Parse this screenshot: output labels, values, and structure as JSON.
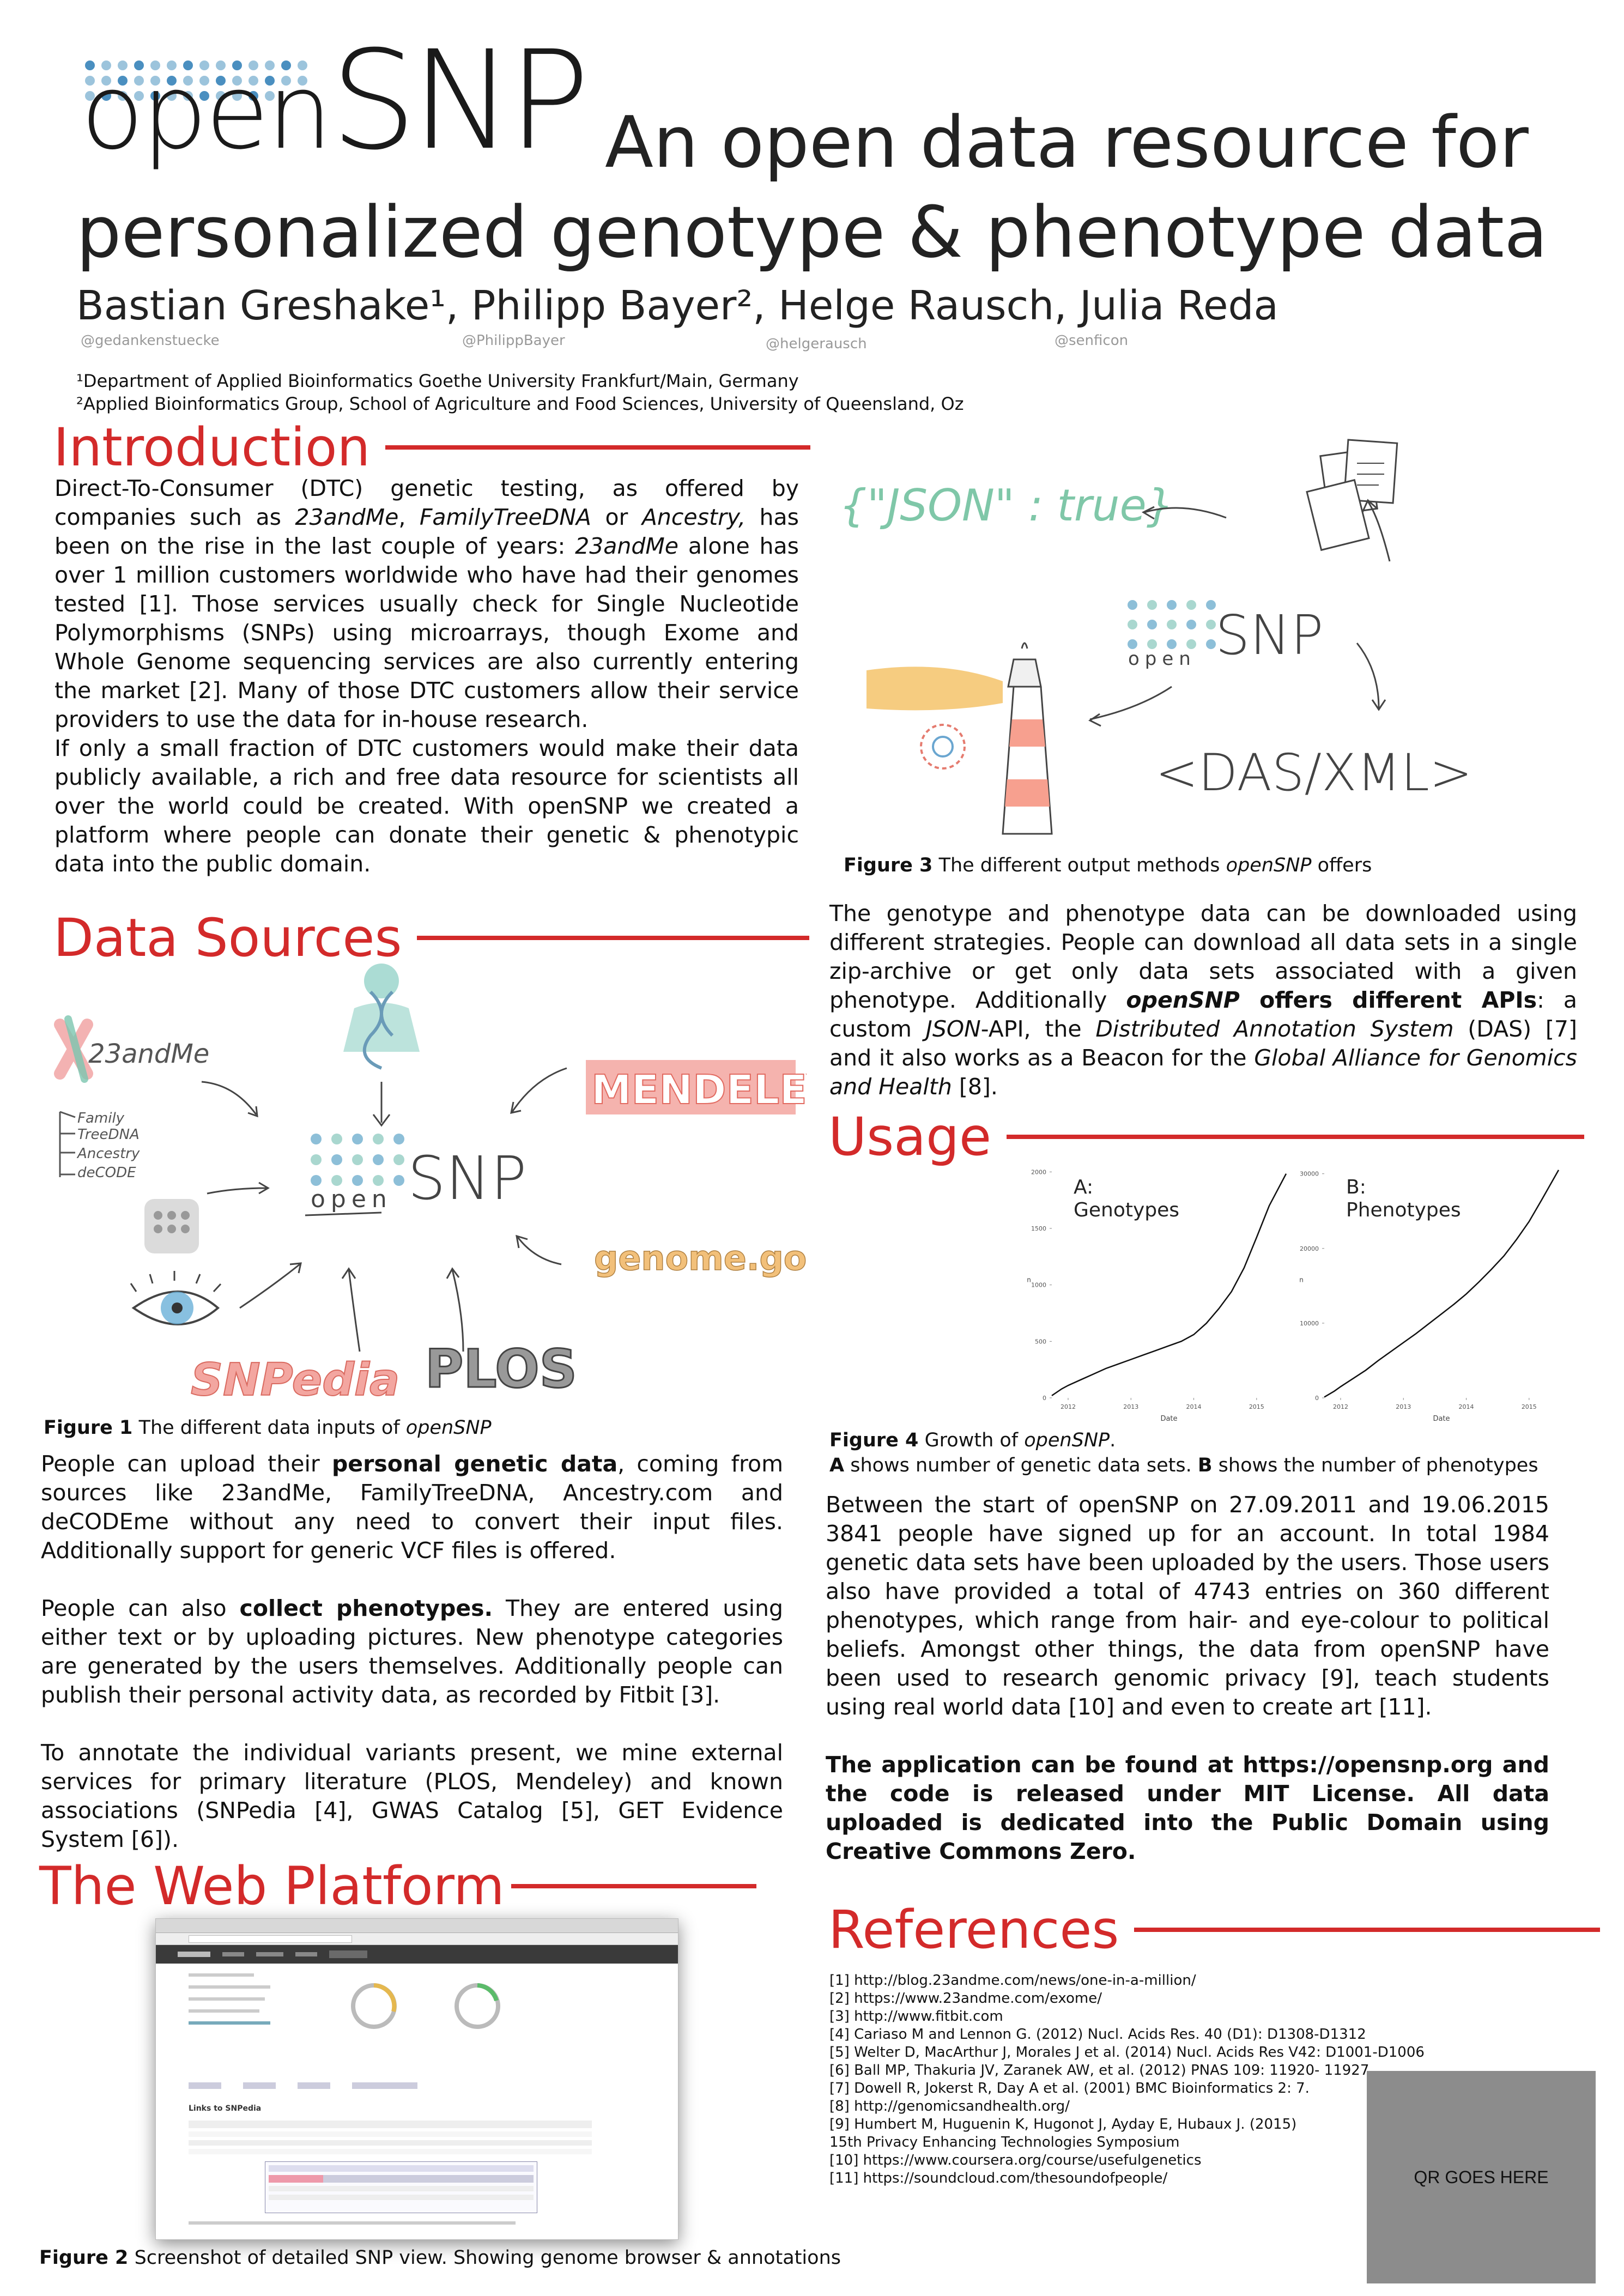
{
  "header": {
    "logo_open": "open",
    "logo_snp": "SNP",
    "title_line1": "An open data resource for",
    "title_line2": "personalized genotype & phenotype data",
    "authors": "Bastian Greshake¹, Philipp Bayer², Helge Rausch, Julia Reda",
    "handles": [
      "@gedankenstuecke",
      "@PhilippBayer",
      "@helgerausch",
      "@senficon"
    ],
    "affiliation1": "¹Department of Applied Bioinformatics Goethe University Frankfurt/Main, Germany",
    "affiliation2": "²Applied Bioinformatics Group, School of Agriculture and Food Sciences, University of Queensland, Oz"
  },
  "sections": {
    "introduction": "Introduction",
    "data_sources": "Data Sources",
    "web_platform": "The Web Platform",
    "usage": "Usage",
    "references": "References"
  },
  "figure1": {
    "label": "Figure 1",
    "text": "The different data inputs of ",
    "em": "openSNP",
    "labels": {
      "t23andme": "23andMe",
      "family": "Family",
      "treedna": "TreeDNA",
      "ancestry": "Ancestry",
      "decode": "deCODE",
      "mendeley": "MENDELEY",
      "genomegov": "genome.gov",
      "snpedia": "SNPedia",
      "plos": "PLOS",
      "open": "open",
      "snp": "SNP"
    }
  },
  "figure2": {
    "label": "Figure 2",
    "text": "Screenshot of detailed SNP view. Showing genome browser & annotations",
    "browser_title": "Links to SNPedia"
  },
  "figure3": {
    "label": "Figure 3",
    "text": "The different output methods ",
    "em": "openSNP",
    "text2": " offers",
    "labels": {
      "json": "{\"JSON\" : true}",
      "das": "<DAS/XML>",
      "open": "open",
      "snp": "SNP"
    }
  },
  "figure4": {
    "label": "Figure 4",
    "text": "Growth of ",
    "em": "openSNP",
    "text2": ".",
    "line2_a": "A",
    "line2_t1": " shows number of genetic data sets. ",
    "line2_b": "B",
    "line2_t2": " shows the number of phenotypes"
  },
  "intro": {
    "p1_a": "Direct-To-Consumer (DTC) genetic testing, as offered by companies such as ",
    "p1_e1": "23andMe",
    "p1_b": ", ",
    "p1_e2": "FamilyTreeDNA",
    "p1_c": " or ",
    "p1_e3": "Ancestry,",
    "p1_d": " has been on the rise in the last couple of years: ",
    "p1_e4": "23andMe",
    "p1_f": " alone has over 1 million customers worldwide who have had their genomes tested [1]. Those services usually check for Single Nucleotide Polymorphisms (SNPs) using microarrays, though Exome and Whole Genome sequencing services are also currently entering the market [2]. Many of those DTC customers allow their service providers to use the data for in-house research.",
    "p2": "If only a small fraction of DTC customers would make their data publicly available, a rich and free data resource for scientists all over the world could be created. With openSNP we created a platform where people can donate their genetic & phenotypic data into the public domain."
  },
  "datasources": {
    "p1_a": "People can upload their ",
    "p1_b": "personal genetic data",
    "p1_c": ", coming from sources like 23andMe, FamilyTreeDNA, Ancestry.com and deCODEme without any need to convert their input files. Additionally support for generic VCF files is offered.",
    "p2_a": "People can also ",
    "p2_b": "collect phenotypes.",
    "p2_c": " They are entered using either text or by uploading pictures. New phenotype categories are generated by the users themselves. Additionally people can publish their personal activity data, as recorded by Fitbit [3].",
    "p3": "To annotate the individual variants present, we mine external services for primary literature (PLOS, Mendeley) and known associations (SNPedia [4], GWAS Catalog [5], GET Evidence System [6])."
  },
  "output": {
    "t1": "The genotype and phenotype data can be downloaded using different strategies. People can download all data sets in a single zip-archive or get only data sets associated with a given phenotype. Additionally ",
    "b1": "openSNP",
    "b2": " offers different APIs",
    "t2": ": a custom ",
    "e1": "JSON",
    "t3": "-API, the ",
    "e2": "Distributed Annotation System",
    "t4": " (DAS) [7] and it also works as a Beacon for the ",
    "e3": "Global Alliance for Genomics and Health",
    "t5": " [8]."
  },
  "usage": {
    "p1": "Between the start of openSNP on 27.09.2011 and 19.06.2015 3841 people have signed up for an account. In total 1984 genetic data sets have been uploaded by the users. Those users also have provided a total of 4743 entries on 360 different phenotypes, which range from hair- and eye-colour to political beliefs. Amongst other things, the data from openSNP have been used to research genomic privacy [9], teach students using real world data [10] and even to create art [11].",
    "p2": "The application can be found at https://opensnp.org and the code is released under MIT License. All data uploaded is dedicated into the Public Domain using Creative Commons Zero."
  },
  "references": [
    "[1] http://blog.23andme.com/news/one-in-a-million/",
    "[2] https://www.23andme.com/exome/",
    "[3] http://www.fitbit.com",
    "[4] Cariaso M and Lennon G. (2012) Nucl. Acids Res. 40 (D1): D1308-D1312",
    "[5] Welter D, MacArthur J, Morales J et al. (2014) Nucl. Acids Res V42: D1001-D1006",
    "[6] Ball MP, Thakuria JV, Zaranek AW, et al. (2012) PNAS 109: 11920- 11927.",
    "[7] Dowell R, Jokerst R, Day A et al. (2001) BMC Bioinformatics 2: 7.",
    "[8] http://genomicsandhealth.org/",
    "[9] Humbert M, Huguenin K, Hugonot J, Ayday E, Hubaux J. (2015)",
    "15th Privacy Enhancing Technologies Symposium",
    "[10] https://www.coursera.org/course/usefulgenetics",
    "[11] https://soundcloud.com/thesoundofpeople/"
  ],
  "qr": "QR GOES HERE",
  "colors": {
    "accent": "#d32a2a",
    "dot_blue": "#4a8fc0",
    "dot_light": "#9cc4dc"
  },
  "chart_data": [
    {
      "type": "line",
      "title": "A:\nGenotypes",
      "title_line1": "A:",
      "title_line2": "Genotypes",
      "xlabel": "Date",
      "ylabel": "n",
      "xticks": [
        "2012",
        "2013",
        "2014",
        "2015"
      ],
      "yticks": [
        "0",
        "500",
        "1000",
        "1500",
        "2000"
      ],
      "ylim": [
        0,
        2050
      ],
      "xlim": [
        2011.74,
        2015.47
      ],
      "x": [
        2011.74,
        2011.9,
        2012.0,
        2012.2,
        2012.4,
        2012.6,
        2012.8,
        2013.0,
        2013.2,
        2013.4,
        2013.6,
        2013.8,
        2014.0,
        2014.2,
        2014.4,
        2014.6,
        2014.8,
        2015.0,
        2015.2,
        2015.47
      ],
      "y": [
        20,
        80,
        110,
        160,
        210,
        260,
        300,
        340,
        380,
        420,
        460,
        500,
        560,
        660,
        790,
        940,
        1150,
        1420,
        1700,
        1984
      ]
    },
    {
      "type": "line",
      "title_line1": "B:",
      "title_line2": "Phenotypes",
      "xlabel": "Date",
      "ylabel": "n",
      "xticks": [
        "2012",
        "2013",
        "2014",
        "2015"
      ],
      "yticks": [
        "0",
        "10000",
        "20000",
        "30000"
      ],
      "ylim": [
        0,
        31000
      ],
      "xlim": [
        2011.74,
        2015.47
      ],
      "x": [
        2011.74,
        2011.9,
        2012.0,
        2012.2,
        2012.4,
        2012.6,
        2012.8,
        2013.0,
        2013.2,
        2013.4,
        2013.6,
        2013.8,
        2014.0,
        2014.2,
        2014.4,
        2014.6,
        2014.8,
        2015.0,
        2015.2,
        2015.47
      ],
      "y": [
        100,
        900,
        1500,
        2600,
        3700,
        5000,
        6200,
        7400,
        8600,
        9900,
        11200,
        12500,
        13900,
        15500,
        17200,
        19000,
        21200,
        23600,
        26500,
        30500
      ]
    }
  ]
}
